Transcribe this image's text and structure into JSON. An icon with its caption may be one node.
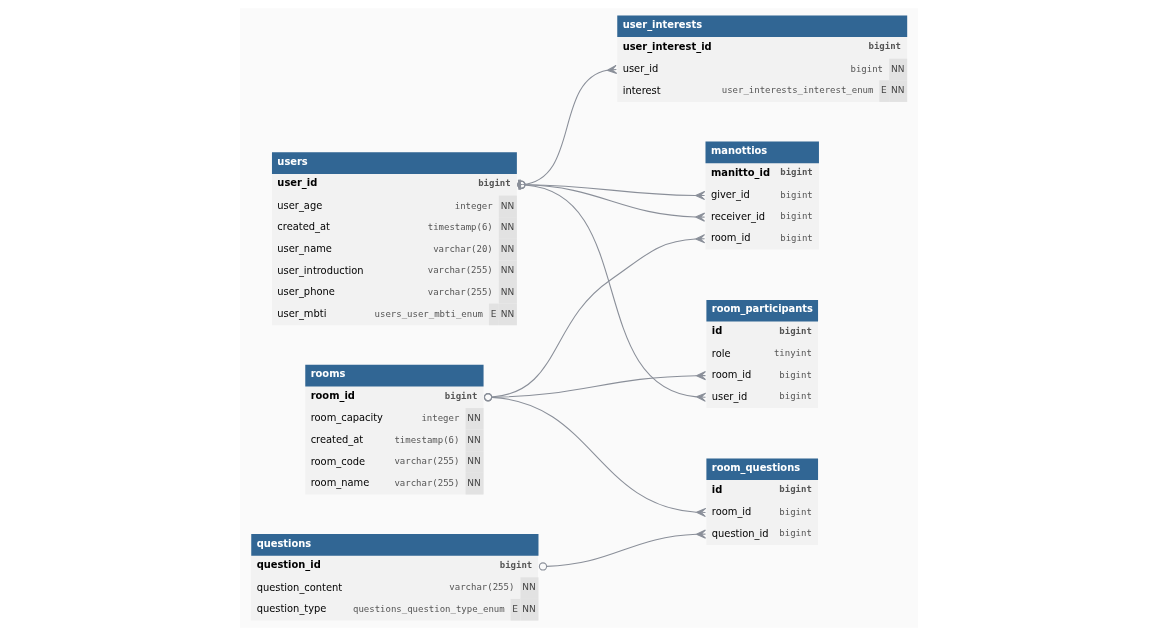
{
  "diagram": {
    "nodes": [
      {
        "text": [
          "users",
          "user_id",
          "bigint",
          "user_age",
          "integer",
          "NN",
          "created_at",
          "timestamp(6)",
          "NN",
          "user_name",
          "varchar(20)",
          "NN",
          "user_introduction",
          "varchar(255)",
          "NN",
          "user_phone",
          "varchar(255)",
          "NN",
          "user_mbti",
          "users_user_mbti_enum",
          "E",
          "NN"
        ]
      },
      {
        "text": [
          "room_participants",
          "id",
          "bigint",
          "role",
          "tinyint",
          "room_id",
          "bigint",
          "user_id",
          "bigint"
        ]
      },
      {
        "text": [
          "manottios",
          "manitto_id",
          "bigint",
          "giver_id",
          "bigint",
          "receiver_id",
          "bigint",
          "room_id",
          "bigint"
        ]
      },
      {
        "text": [
          "rooms",
          "room_id",
          "bigint",
          "room_capacity",
          "integer",
          "NN",
          "created_at",
          "timestamp(6)",
          "NN",
          "room_code",
          "varchar(255)",
          "NN",
          "room_name",
          "varchar(255)",
          "NN"
        ]
      },
      {
        "text": [
          "room_questions",
          "id",
          "bigint",
          "room_id",
          "bigint",
          "question_id",
          "bigint"
        ]
      },
      {
        "text": [
          "user_interests",
          "user_interest_id",
          "bigint",
          "user_id",
          "bigint",
          "NN",
          "interest",
          "user_interests_interest_enum",
          "E",
          "NN"
        ]
      },
      {
        "text": [
          "questions",
          "question_id",
          "bigint",
          "question_content",
          "varchar(255)",
          "NN",
          "question_type",
          "questions_question_type_enum",
          "E",
          "NN"
        ]
      }
    ],
    "edges": [
      {
        "from": 0,
        "to": 1,
        "arrow": "other"
      },
      {
        "from": 0,
        "to": 2,
        "arrow": "other"
      },
      {
        "from": 0,
        "to": 2,
        "arrow": "other"
      },
      {
        "from": 3,
        "to": 1,
        "arrow": "other"
      },
      {
        "from": 3,
        "to": 2,
        "arrow": "other"
      },
      {
        "from": 3,
        "to": 4,
        "arrow": "other"
      },
      {
        "from": 6,
        "to": 4,
        "arrow": "other"
      },
      {
        "from": 0,
        "to": 5,
        "arrow": "other"
      }
    ]
  }
}
